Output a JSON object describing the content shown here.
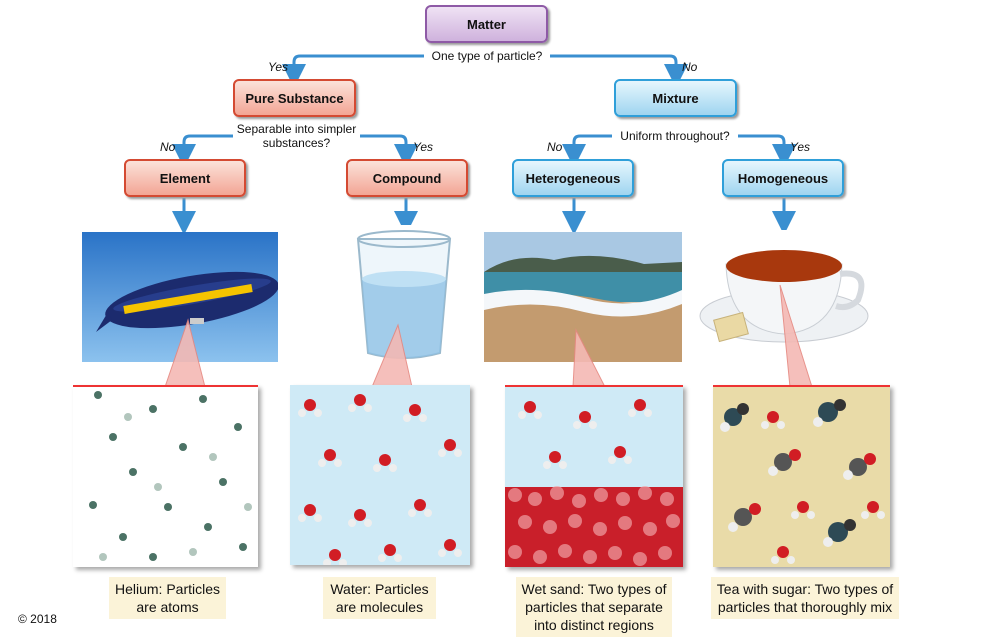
{
  "root": {
    "label": "Matter",
    "question": "One type of particle?"
  },
  "left": {
    "branch_label": "Yes",
    "label": "Pure Substance",
    "question": "Separable into simpler substances?"
  },
  "right": {
    "branch_label": "No",
    "label": "Mixture",
    "question": "Uniform throughout?"
  },
  "leaves": [
    {
      "branch_label": "No",
      "label": "Element",
      "caption": "Helium: Particles are atoms"
    },
    {
      "branch_label": "Yes",
      "label": "Compound",
      "caption": "Water: Particles are molecules"
    },
    {
      "branch_label": "No",
      "label": "Heterogeneous",
      "caption": "Wet sand: Two types of particles that separate into distinct regions"
    },
    {
      "branch_label": "Yes",
      "label": "Homogeneous",
      "caption": "Tea with sugar: Two types of particles that thoroughly mix"
    }
  ],
  "copyright": "© 2018",
  "colors": {
    "arrow": "#3a8fd0",
    "matter": "#8e5aa6",
    "pure": "#d44a32",
    "mixture": "#2f9fd9",
    "caption_bg": "#fbf3d8"
  }
}
